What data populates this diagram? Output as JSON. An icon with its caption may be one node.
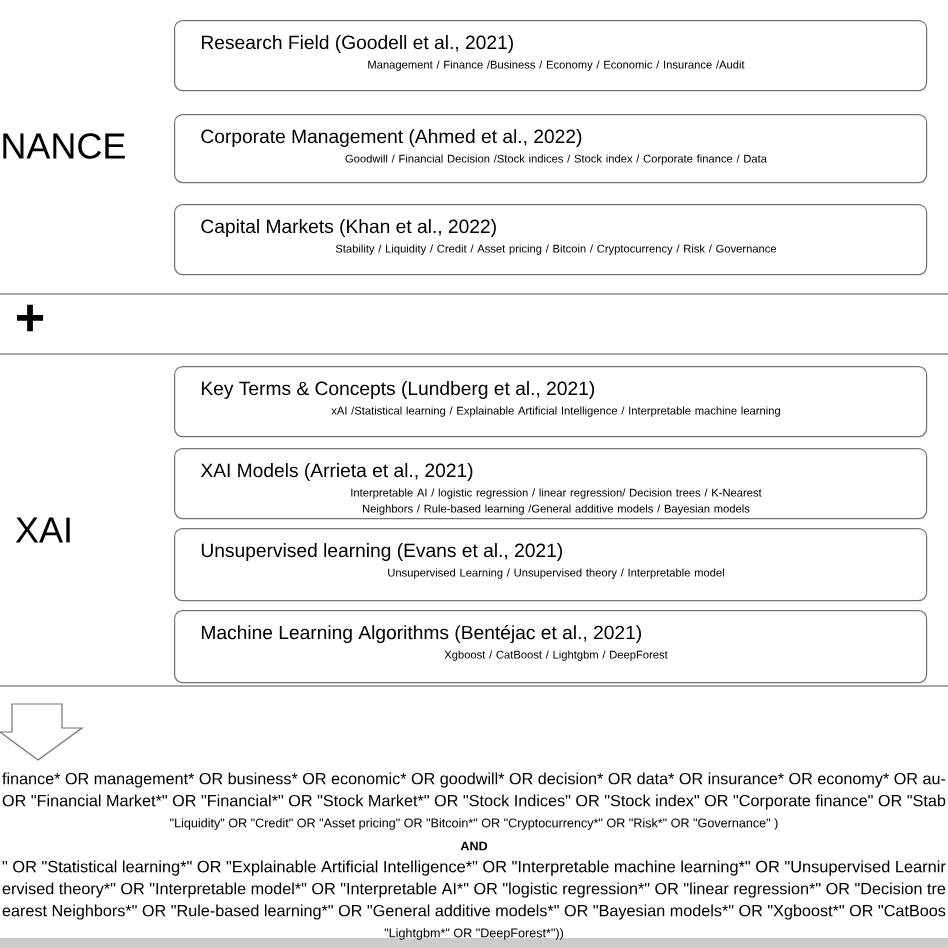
{
  "diagram": {
    "nodes": [
      {
        "text": [
          "Research Field (Goodell et al., 2021)",
          "Management / Finance /Business / Economy / Economic / Insurance /Audit"
        ]
      },
      {
        "text": [
          "Corporate Management (Ahmed et al., 2022)",
          "Goodwill / Financial Decision /Stock indices / Stock index / Corporate finance / Data"
        ]
      },
      {
        "text": [
          "Capital Markets (Khan et al., 2022)",
          "Stability / Liquidity / Credit / Asset pricing / Bitcoin / Cryptocurrency / Risk / Governance"
        ]
      },
      {
        "text": [
          "Key Terms & Concepts (Lundberg et al., 2021)",
          "xAI /Statistical learning / Explainable Artificial Intelligence / Interpretable machine learning"
        ]
      },
      {
        "text": [
          "XAI Models (Arrieta et al., 2021)",
          "Interpretable AI / logistic regression / linear regression/ Decision trees / K-Nearest Neighbors / Rule-based learning /General additive models / Bayesian models"
        ]
      },
      {
        "text": [
          "Unsupervised learning (Evans et al., 2021)",
          "Unsupervised Learning / Unsupervised theory / Interpretable model"
        ]
      },
      {
        "text": [
          "Machine Learning Algorithms (Bentéjac et al., 2021)",
          "Xgboost / CatBoost / Lightgbm / DeepForest"
        ]
      }
    ],
    "labels": [
      "NANCE",
      "+",
      "XAI",
      "finance* OR management* OR business* OR economic* OR goodwill* OR decision* OR data* OR insurance* OR economy* OR au-",
      "OR \"Financial Market*\" OR \"Financial*\" OR \"Stock Market*\" OR \"Stock Indices\" OR \"Stock index\" OR \"Corporate finance\" OR \"Stab",
      "\"Liquidity\" OR \"Credit\" OR \"Asset pricing\" OR \"Bitcoin*\" OR \"Cryptocurrency*\" OR \"Risk*\" OR \"Governance\" )",
      "AND",
      "\" OR \"Statistical learning*\" OR \"Explainable Artificial Intelligence*\" OR \"Interpretable machine learning*\" OR \"Unsupervised Learnir",
      "ervised theory*\" OR \"Interpretable model*\" OR \"Interpretable AI*\" OR \"logistic regression*\" OR \"linear regression*\" OR \"Decision tre",
      "earest Neighbors*\" OR \"Rule-based learning*\" OR \"General additive models*\" OR \"Bayesian models*\" OR \"Xgboost*\" OR \"CatBoos",
      "\"Lightgbm*\" OR \"DeepForest*\"))"
    ]
  }
}
